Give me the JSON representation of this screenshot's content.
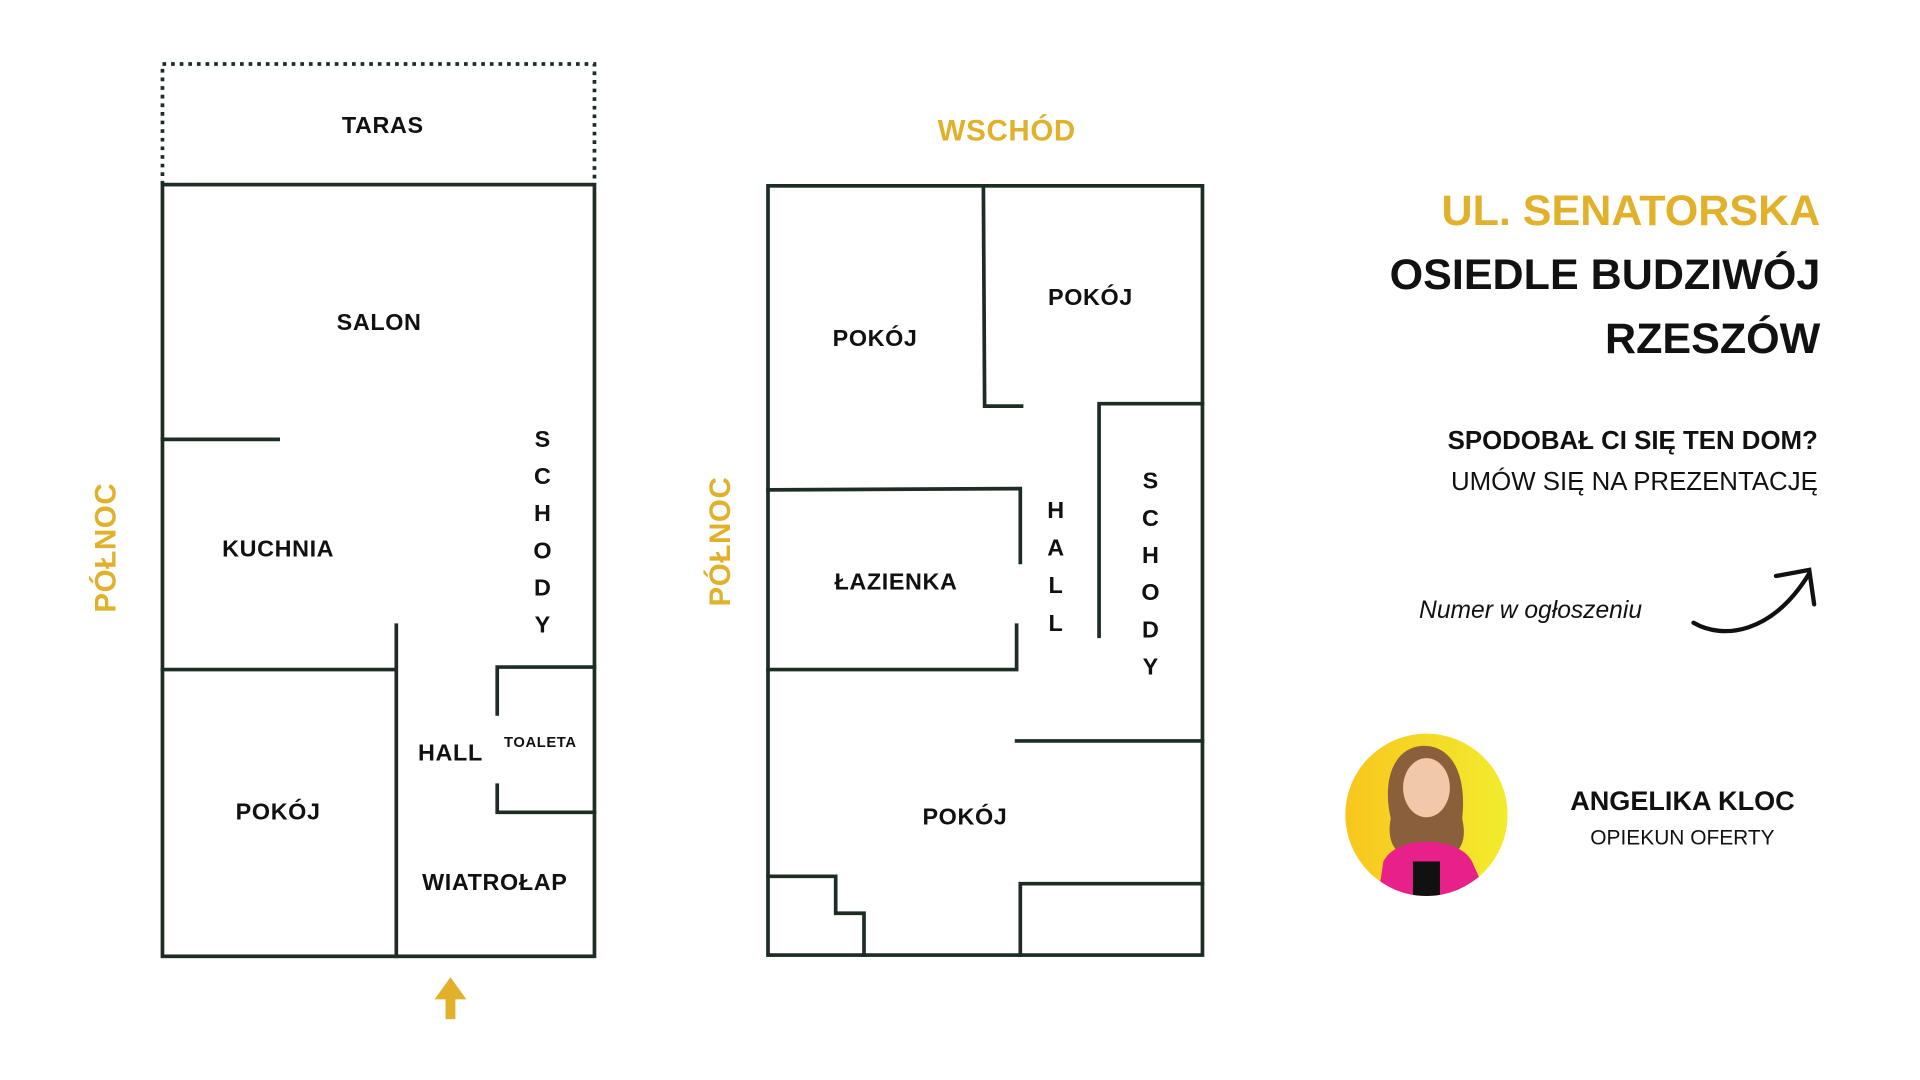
{
  "colors": {
    "accent": "#e1b12c",
    "wall": "#1e2d24",
    "text": "#111111",
    "jacket": "#e8208a"
  },
  "ground_floor": {
    "terrace": "TARAS",
    "living_room": "SALON",
    "kitchen": "KUCHNIA",
    "room": "POKÓJ",
    "hall": "HALL",
    "toilet": "TOALETA",
    "vestibule": "WIATROŁAP",
    "stairs": "SCHODY",
    "north": "PÓŁNOC",
    "entrance_icon": "arrow-up-icon"
  },
  "first_floor": {
    "east": "WSCHÓD",
    "room_left": "POKÓJ",
    "room_right": "POKÓJ",
    "bathroom": "ŁAZIENKA",
    "hall": "HALL",
    "stairs": "SCHODY",
    "room_bottom": "POKÓJ",
    "north": "PÓŁNOC"
  },
  "info": {
    "street": "UL. SENATORSKA",
    "estate": "OSIEDLE BUDZIWÓJ",
    "city": "RZESZÓW",
    "question": "SPODOBAŁ CI SIĘ TEN DOM?",
    "cta": "UMÓW SIĘ NA PREZENTACJĘ",
    "phone_note": "Numer w ogłoszeniu"
  },
  "agent": {
    "name": "ANGELIKA KLOC",
    "role": "OPIEKUN OFERTY"
  }
}
